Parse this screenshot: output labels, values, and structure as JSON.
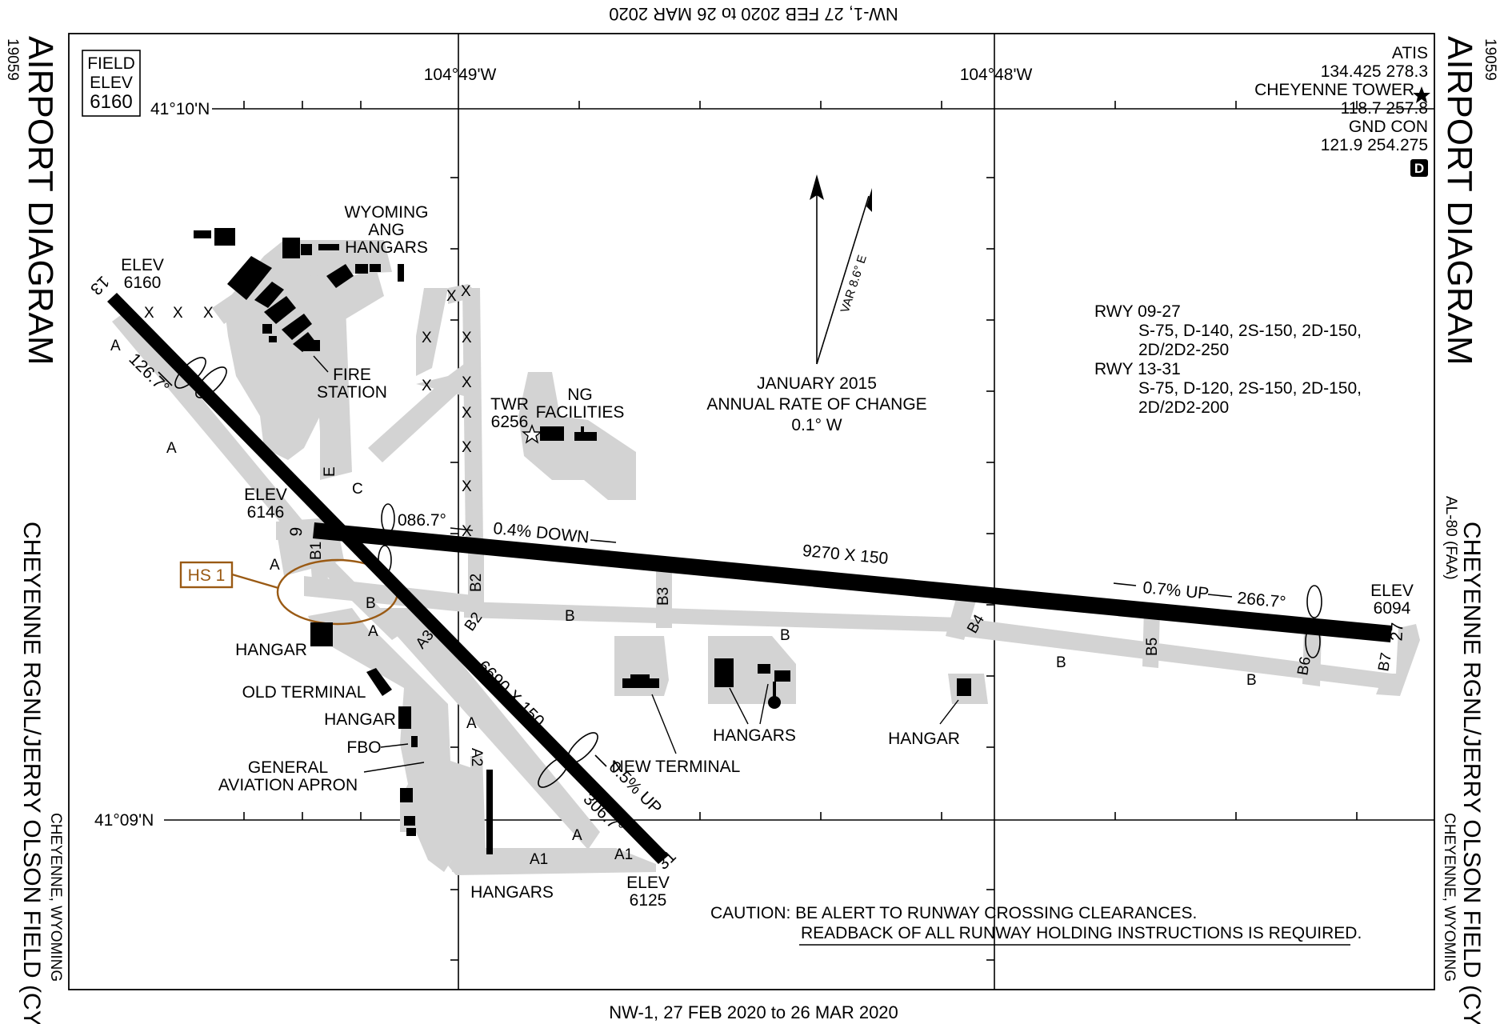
{
  "top_banner": "NW-1, 27 FEB 2020 to 26 MAR 2020",
  "bottom_banner": "NW-1,  27 FEB 2020  to  26 MAR 2020",
  "chart_number": "19059",
  "al_number": "AL-80 (FAA)",
  "side_title": "AIRPORT DIAGRAM",
  "airport_name": "CHEYENNE RGNL/JERRY OLSON FIELD  (CYS)",
  "city": "CHEYENNE, WYOMING",
  "field_elev": {
    "line1": "FIELD",
    "line2": "ELEV",
    "value": "6160"
  },
  "coords": {
    "lon_left": "104°49'W",
    "lon_right": "104°48'W",
    "lat_top": "41°10'N",
    "lat_bottom": "41°09'N"
  },
  "frequencies": {
    "atis_label": "ATIS",
    "atis": "134.425  278.3",
    "tower_label": "CHEYENNE TOWER",
    "tower": "118.7  257.8",
    "gnd_label": "GND CON",
    "gnd": "121.9  254.275",
    "badge": "D"
  },
  "magnetic": {
    "variation": "VAR 8.6° E",
    "line1": "JANUARY 2015",
    "line2": "ANNUAL RATE OF CHANGE",
    "line3": "0.1° W"
  },
  "strength": {
    "rwy1_title": "RWY 09-27",
    "rwy1_line1": "S-75, D-140, 2S-150, 2D-150,",
    "rwy1_line2": "2D/2D2-250",
    "rwy2_title": "RWY 13-31",
    "rwy2_line1": "S-75, D-120, 2S-150, 2D-150,",
    "rwy2_line2": "2D/2D2-200"
  },
  "runways": {
    "rwy9_27": {
      "dims": "9270 X 150",
      "end_9": "9",
      "end_27": "27",
      "hdg_9": "086.7°",
      "hdg_27": "266.7°",
      "grad_down": "0.4% DOWN",
      "grad_up": "0.7% UP",
      "elev_9_label": "ELEV",
      "elev_9": "6146",
      "elev_27_label": "ELEV",
      "elev_27": "6094"
    },
    "rwy13_31": {
      "dims": "6690 X 150",
      "end_13": "13",
      "end_31": "31",
      "hdg_13": "126.7°",
      "hdg_31": "306.7°",
      "grad_up": "0.5% UP",
      "elev_13_label": "ELEV",
      "elev_13": "6160",
      "elev_31_label": "ELEV",
      "elev_31": "6125"
    }
  },
  "taxiways": {
    "A": "A",
    "A1": "A1",
    "A2": "A2",
    "A3": "A3",
    "B": "B",
    "B1": "B1",
    "B2": "B2",
    "B3": "B3",
    "B4": "B4",
    "B5": "B5",
    "B6": "B6",
    "B7": "B7",
    "C": "C",
    "E": "E",
    "closed": "X"
  },
  "facilities": {
    "wyoming_ang_1": "WYOMING",
    "wyoming_ang_2": "ANG",
    "wyoming_ang_3": "HANGARS",
    "fire_1": "FIRE",
    "fire_2": "STATION",
    "twr_1": "TWR",
    "twr_2": "6256",
    "ng_1": "NG",
    "ng_2": "FACILITIES",
    "hangar_w": "HANGAR",
    "old_terminal": "OLD TERMINAL",
    "hangar_w2": "HANGAR",
    "fbo": "FBO",
    "ga_1": "GENERAL",
    "ga_2": "AVIATION APRON",
    "new_terminal": "NEW TERMINAL",
    "hangars_mid": "HANGARS",
    "hangar_e": "HANGAR",
    "hangars_s": "HANGARS"
  },
  "hotspot": "HS 1",
  "caution": {
    "line1": "CAUTION: BE ALERT TO RUNWAY CROSSING CLEARANCES.",
    "line2": "READBACK OF ALL RUNWAY HOLDING INSTRUCTIONS IS REQUIRED."
  }
}
